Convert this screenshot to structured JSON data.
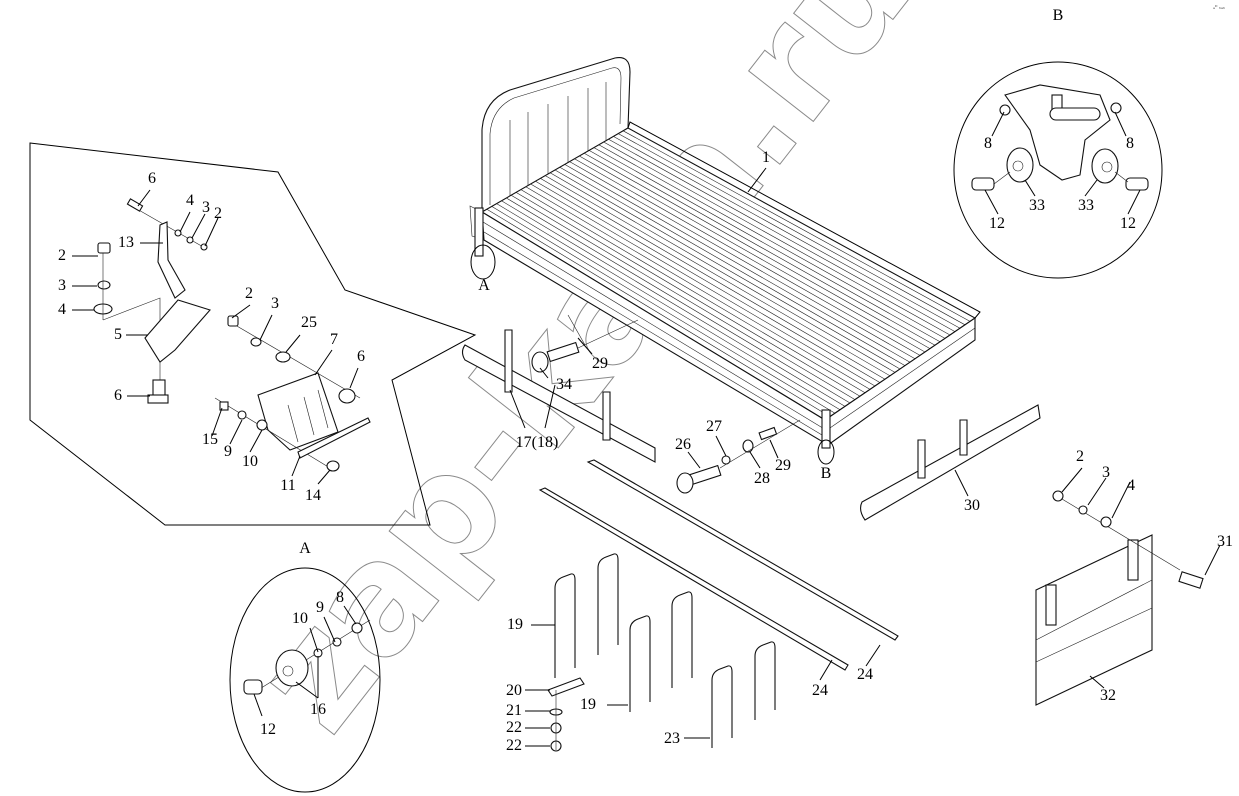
{
  "diagram": {
    "corner_mark": "ₐᴰ ₕₐₕ",
    "watermark": "zap-kam.ru",
    "detail_views": {
      "detail_a_title": "A",
      "detail_b_title": "B",
      "marker_a": "A",
      "marker_b": "B"
    },
    "callouts": {
      "bed_1": "1",
      "b_8_left": "8",
      "b_8_right": "8",
      "b_33_left": "33",
      "b_33_right": "33",
      "b_12_left": "12",
      "b_12_right": "12",
      "l_6_top": "6",
      "l_4_top": "4",
      "l_3_top": "3",
      "l_2_top": "2",
      "l_13": "13",
      "l_2_left": "2",
      "l_3_left": "3",
      "l_4_left": "4",
      "l_5": "5",
      "l_6_bottom": "6",
      "l_2_mid": "2",
      "l_3_mid": "3",
      "l_25": "25",
      "l_7": "7",
      "l_6_right": "6",
      "l_15": "15",
      "l_9": "9",
      "l_10": "10",
      "l_11": "11",
      "l_14": "14",
      "c_29_left": "29",
      "c_34": "34",
      "c_17_18": "17(18)",
      "c_26": "26",
      "c_27": "27",
      "c_28": "28",
      "c_29_right": "29",
      "c_30": "30",
      "a_10": "10",
      "a_9": "9",
      "a_8": "8",
      "a_16": "16",
      "a_12": "12",
      "u_19_top": "19",
      "u_19_mid": "19",
      "u_20": "20",
      "u_21": "21",
      "u_22_a": "22",
      "u_22_b": "22",
      "u_23": "23",
      "s_24_a": "24",
      "s_24_b": "24",
      "r_2": "2",
      "r_3": "3",
      "r_4": "4",
      "r_31": "31",
      "r_32": "32"
    }
  }
}
